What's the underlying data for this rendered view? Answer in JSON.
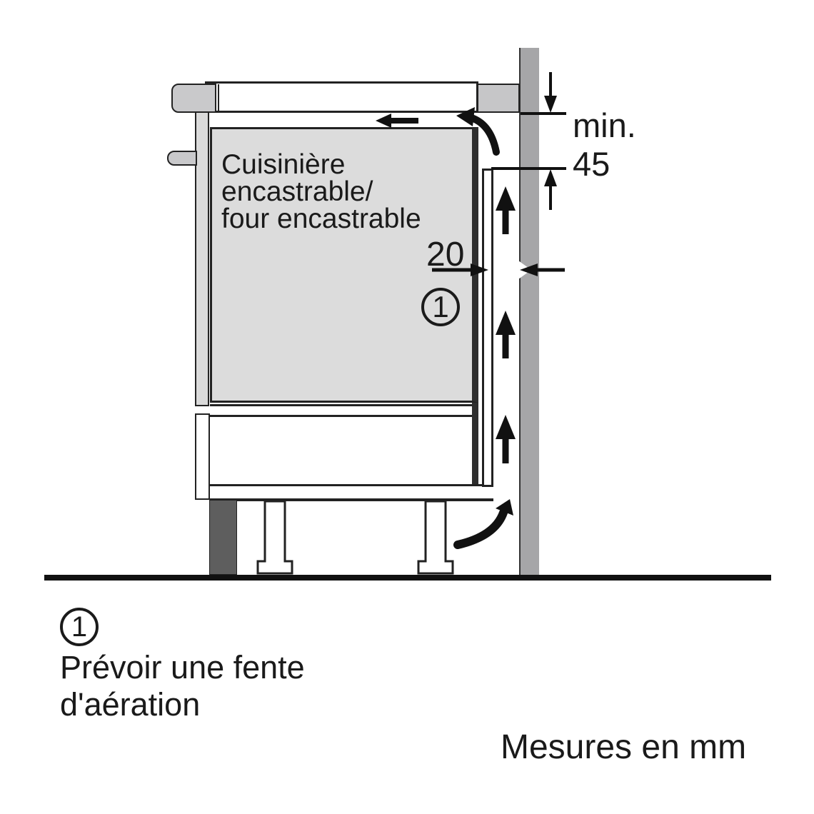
{
  "diagram": {
    "appliance_label": {
      "line1": "Cuisinière",
      "line2": "encastrable/",
      "line3": "four encastrable"
    },
    "gap_dimension": {
      "value": "20"
    },
    "callout": {
      "number": "1"
    },
    "clearance_dimension": {
      "prefix": "min.",
      "value": "45"
    }
  },
  "legend": {
    "callout_number": "1",
    "note_line1": "Prévoir une fente",
    "note_line2": "d'aération"
  },
  "footer": {
    "units_note": "Mesures en mm"
  },
  "colors": {
    "wall": "#a6a6a8",
    "worktop_end": "#c6c6c8",
    "hob_block": "#c9c9cb",
    "door_panel": "#dadada",
    "oven_body": "#dcdcdc",
    "plinth": "#5e5e5e",
    "line": "#1a1a1a"
  }
}
